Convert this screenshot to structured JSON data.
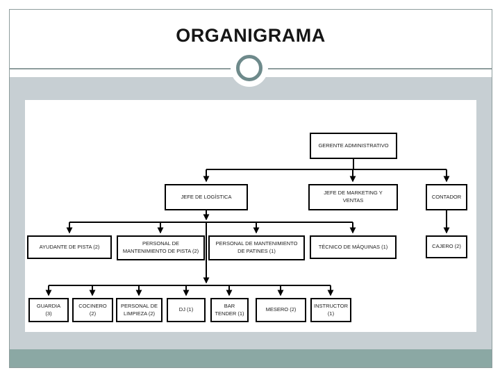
{
  "slide": {
    "title": "ORGANIGRAMA",
    "colors": {
      "background_band_light": "#c7cfd3",
      "background_band_teal": "#8ba8a4",
      "ornament_ring": "#6e8a8b",
      "divider_line": "#8d9c9c",
      "box_border": "#000000"
    }
  },
  "org_chart": {
    "nodes": [
      {
        "id": "gerente",
        "label": "GERENTE ADMINISTRATIVO",
        "level": 1,
        "parent": null
      },
      {
        "id": "logistica",
        "label": "JEFE DE LOGÍSTICA",
        "level": 2,
        "parent": "gerente"
      },
      {
        "id": "marketing",
        "label": "JEFE DE MARKETING Y\nVENTAS",
        "level": 2,
        "parent": "gerente"
      },
      {
        "id": "contador",
        "label": "CONTADOR",
        "level": 2,
        "parent": "gerente"
      },
      {
        "id": "ayudante",
        "label": "AYUDANTE DE PISTA (2)",
        "level": 3,
        "parent": "logistica"
      },
      {
        "id": "mant-pista",
        "label": "PERSONAL DE\nMANTENIMIENTO DE PISTA (2)",
        "level": 3,
        "parent": "logistica"
      },
      {
        "id": "mant-patines",
        "label": "PERSONAL DE MANTENIMIENTO\nDE PATINES (1)",
        "level": 3,
        "parent": "logistica"
      },
      {
        "id": "tecnico",
        "label": "TÉCNICO DE MÁQUINAS (1)",
        "level": 3,
        "parent": "logistica"
      },
      {
        "id": "cajero",
        "label": "CAJERO (2)",
        "level": 3,
        "parent": "contador"
      },
      {
        "id": "guardia",
        "label": "GUARDIA\n(3)",
        "level": 4,
        "parent": "logistica"
      },
      {
        "id": "cocinero",
        "label": "COCINERO\n(2)",
        "level": 4,
        "parent": "logistica"
      },
      {
        "id": "limpieza",
        "label": "PERSONAL DE\nLIMPIEZA (2)",
        "level": 4,
        "parent": "logistica"
      },
      {
        "id": "dj",
        "label": "DJ (1)",
        "level": 4,
        "parent": "logistica"
      },
      {
        "id": "bartender",
        "label": "BAR\nTENDER (1)",
        "level": 4,
        "parent": "logistica"
      },
      {
        "id": "mesero",
        "label": "MESERO (2)",
        "level": 4,
        "parent": "logistica"
      },
      {
        "id": "instructor",
        "label": "INSTRUCTOR\n(1)",
        "level": 4,
        "parent": "logistica"
      }
    ]
  }
}
